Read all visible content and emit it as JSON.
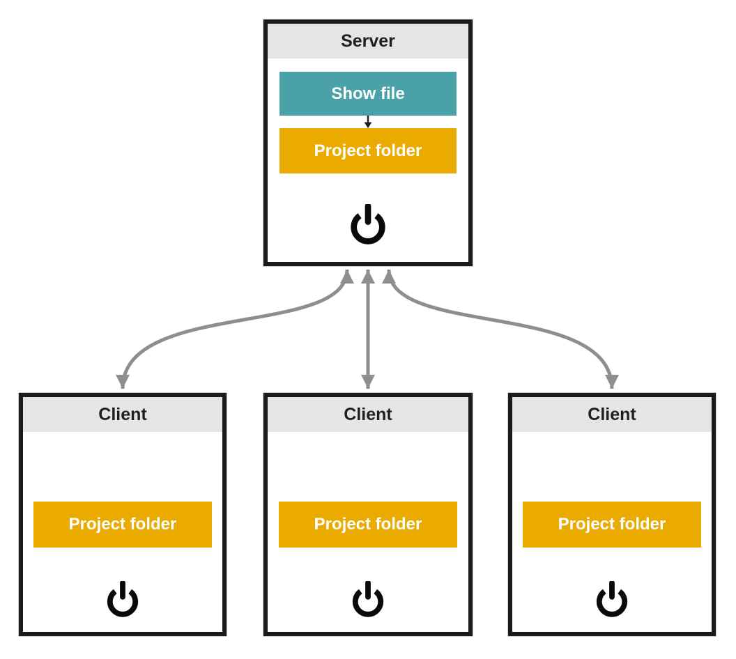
{
  "diagram": {
    "server": {
      "title": "Server",
      "buttons": {
        "show_file": "Show file",
        "project_folder": "Project folder"
      }
    },
    "clients": [
      {
        "title": "Client",
        "buttons": {
          "project_folder": "Project folder"
        }
      },
      {
        "title": "Client",
        "buttons": {
          "project_folder": "Project folder"
        }
      },
      {
        "title": "Client",
        "buttons": {
          "project_folder": "Project folder"
        }
      }
    ],
    "icons": {
      "power": "power-icon",
      "down_arrow": "down-arrow-icon"
    },
    "colors": {
      "teal": "#4aa2a8",
      "orange": "#eaaa00",
      "header_gray": "#e5e5e5",
      "box_border": "#1a1a1a",
      "connector_gray": "#8e8e8e",
      "mini_arrow_black": "#1f1f1f"
    }
  }
}
